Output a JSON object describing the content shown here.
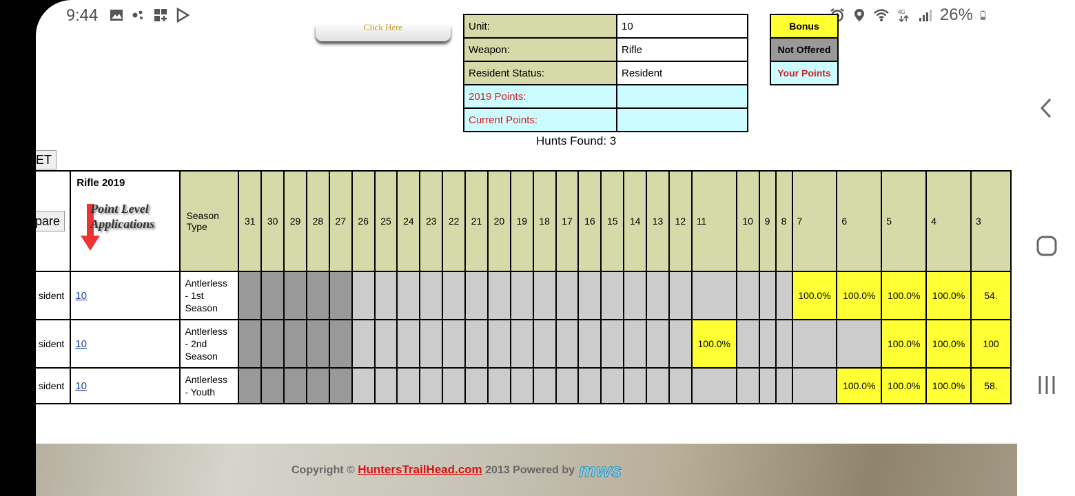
{
  "status_bar": {
    "time": "9:44",
    "battery": "26%"
  },
  "hunt_button": {
    "label": "Click Here"
  },
  "info_table": {
    "rows": [
      {
        "label": "Unit:",
        "value": "10"
      },
      {
        "label": "Weapon:",
        "value": "Rifle"
      },
      {
        "label": "Resident Status:",
        "value": "Resident"
      },
      {
        "label": "2019 Points:",
        "value": ""
      },
      {
        "label": "Current Points:",
        "value": ""
      }
    ]
  },
  "legend": {
    "bonus": "Bonus",
    "not_offered": "Not Offered",
    "your_points": "Your Points"
  },
  "hunts_found": "Hunts Found: 3",
  "reset_label": "ET",
  "grid": {
    "compare_label": "pare",
    "hunt_header": "Rifle 2019",
    "logo_line1": "Point Level",
    "logo_line2": "Applications",
    "season_header_line1": "Season",
    "season_header_line2": "Type",
    "point_columns": [
      "31",
      "30",
      "29",
      "28",
      "27",
      "26",
      "25",
      "24",
      "23",
      "22",
      "21",
      "20",
      "19",
      "18",
      "17",
      "16",
      "15",
      "14",
      "13",
      "12",
      "11",
      "10",
      "9",
      "8",
      "7",
      "6",
      "5",
      "4",
      "3"
    ],
    "rows": [
      {
        "status": "sident",
        "unit": "10",
        "season": [
          "Antlerless",
          "- 1st",
          "Season"
        ],
        "cells": {
          "7": "100.0%",
          "6": "100.0%",
          "5": "100.0%",
          "4": "100.0%",
          "3": "54."
        }
      },
      {
        "status": "sident",
        "unit": "10",
        "season": [
          "Antlerless",
          "- 2nd",
          "Season"
        ],
        "cells": {
          "11": "100.0%",
          "5": "100.0%",
          "4": "100.0%",
          "3": "100"
        }
      },
      {
        "status": "sident",
        "unit": "10",
        "season": [
          "Antlerless",
          "- Youth"
        ],
        "cells": {
          "6": "100.0%",
          "5": "100.0%",
          "4": "100.0%",
          "3": "58."
        }
      }
    ]
  },
  "footer": {
    "prefix": "Copyright ©",
    "link": "HuntersTrailHead.com",
    "suffix": "2013 Powered by",
    "logo_text": "mws"
  },
  "colors": {
    "header_bg": "#d6d9a8",
    "yellow": "#ffff33",
    "not_offered": "#999999",
    "empty": "#cccccc",
    "points_bg": "#ccfcff",
    "points_text": "#cc2222"
  }
}
